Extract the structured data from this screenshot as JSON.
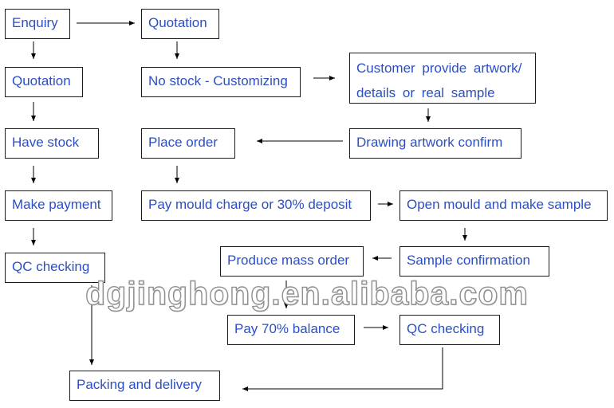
{
  "nodes": {
    "enquiry": "Enquiry",
    "quotation_top": "Quotation",
    "quotation_left": "Quotation",
    "no_stock": "No stock - Customizing",
    "customer_provide": "Customer provide artwork/ details or real sample",
    "have_stock": "Have stock",
    "place_order": "Place order",
    "drawing_confirm": "Drawing artwork confirm",
    "make_payment": "Make payment",
    "pay_mould": "Pay mould charge or 30% deposit",
    "open_mould": "Open mould and make sample",
    "qc_left": "QC checking",
    "produce_mass": "Produce mass order",
    "sample_confirmation": "Sample confirmation",
    "pay_balance": "Pay 70% balance",
    "qc_right": "QC checking",
    "packing": "Packing and delivery"
  },
  "watermark": "dgjinghong.en.alibaba.com"
}
